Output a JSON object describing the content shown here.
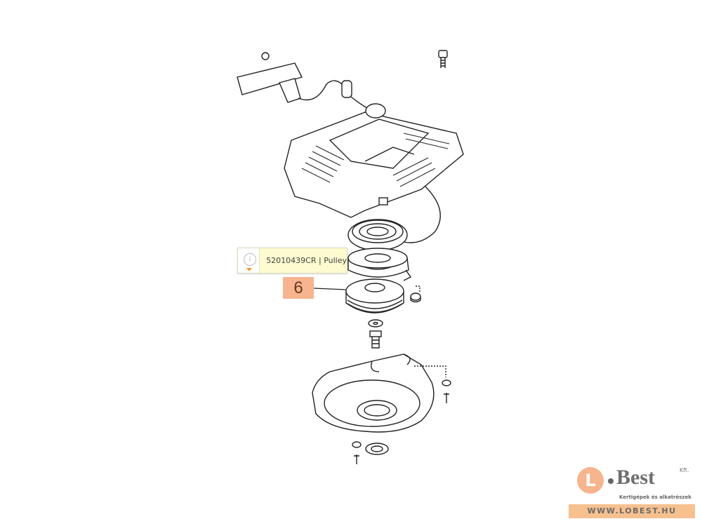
{
  "tooltip": {
    "icon": "info-icon",
    "text": "52010439CR | Pulley"
  },
  "callout": {
    "number": "6"
  },
  "logo": {
    "mark": "L",
    "name": "Best",
    "suffix": "Kft.",
    "tagline": "Kertigépek és alkatrészek",
    "website": "WWW.LOBEST.HU"
  },
  "colors": {
    "callout": "#f6b48f",
    "tooltip_bg": "#fdfbd0",
    "accent": "#f39a2b"
  }
}
